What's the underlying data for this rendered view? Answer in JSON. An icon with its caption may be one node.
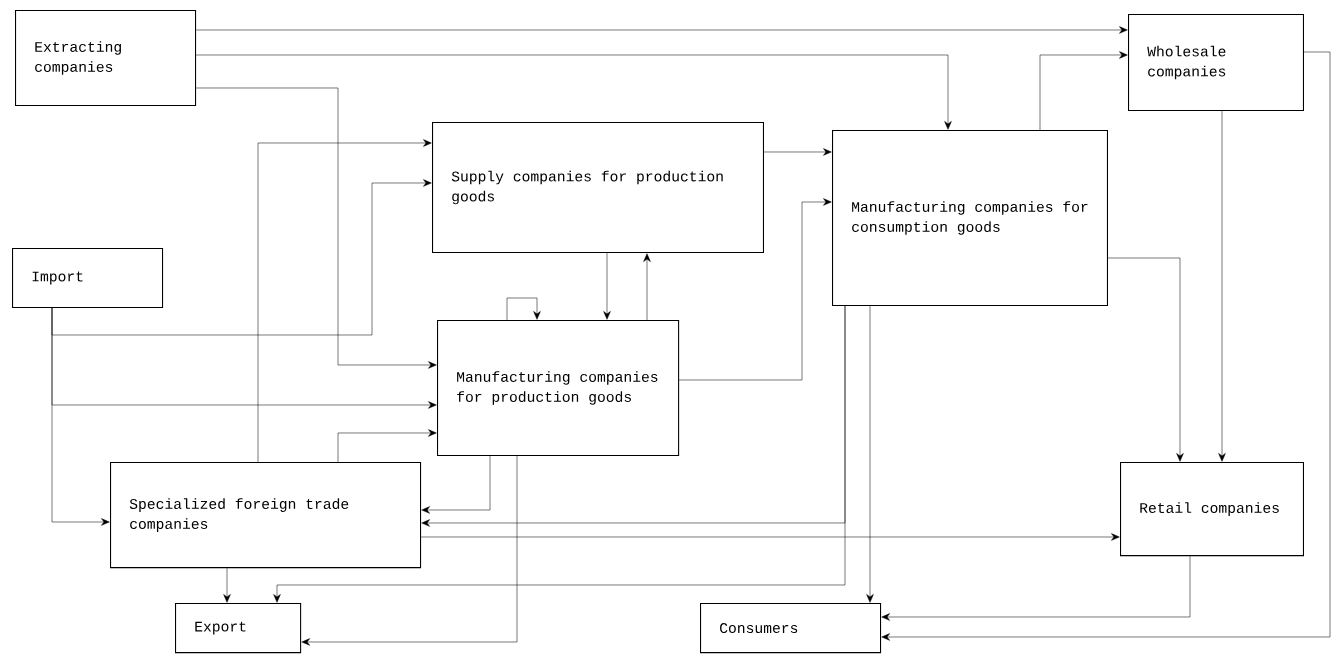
{
  "diagram": {
    "nodes": [
      {
        "text": [
          "Extracting companies"
        ]
      },
      {
        "text": [
          "Wholesale companies"
        ]
      },
      {
        "text": [
          "Supply companies for production goods"
        ]
      },
      {
        "text": [
          "Manufacturing companies for consumption goods"
        ]
      },
      {
        "text": [
          "Import"
        ]
      },
      {
        "text": [
          "Manufacturing companies for production goods"
        ]
      },
      {
        "text": [
          "Specialized foreign trade companies"
        ]
      },
      {
        "text": [
          "Retail companies"
        ]
      },
      {
        "text": [
          "Export"
        ]
      },
      {
        "text": [
          "Consumers"
        ]
      }
    ],
    "edges": [
      {
        "from": 0,
        "to": 1,
        "arrow": "to"
      },
      {
        "from": 0,
        "to": 3,
        "arrow": "to"
      },
      {
        "from": 0,
        "to": 5,
        "arrow": "to"
      },
      {
        "from": 6,
        "to": 2,
        "arrow": "to"
      },
      {
        "from": 4,
        "to": 2,
        "arrow": "to"
      },
      {
        "from": 4,
        "to": 5,
        "arrow": "to"
      },
      {
        "from": 4,
        "to": 6,
        "arrow": "to"
      },
      {
        "from": 6,
        "to": 5,
        "arrow": "to"
      },
      {
        "from": 2,
        "to": 3,
        "arrow": "to"
      },
      {
        "from": 2,
        "to": 5,
        "arrow": "to"
      },
      {
        "from": 5,
        "to": 2,
        "arrow": "to"
      },
      {
        "from": 5,
        "to": 5,
        "arrow": "to"
      },
      {
        "from": 5,
        "to": 3,
        "arrow": "to"
      },
      {
        "from": 3,
        "to": 1,
        "arrow": "to"
      },
      {
        "from": 3,
        "to": 7,
        "arrow": "to"
      },
      {
        "from": 1,
        "to": 7,
        "arrow": "to"
      },
      {
        "from": 1,
        "to": 9,
        "arrow": "to"
      },
      {
        "from": 7,
        "to": 9,
        "arrow": "to"
      },
      {
        "from": 5,
        "to": 6,
        "arrow": "to"
      },
      {
        "from": 3,
        "to": 6,
        "arrow": "to"
      },
      {
        "from": 6,
        "to": 7,
        "arrow": "to"
      },
      {
        "from": 6,
        "to": 8,
        "arrow": "to"
      },
      {
        "from": 3,
        "to": 8,
        "arrow": "to"
      },
      {
        "from": 3,
        "to": 9,
        "arrow": "to"
      },
      {
        "from": 5,
        "to": 8,
        "arrow": "to"
      }
    ]
  }
}
